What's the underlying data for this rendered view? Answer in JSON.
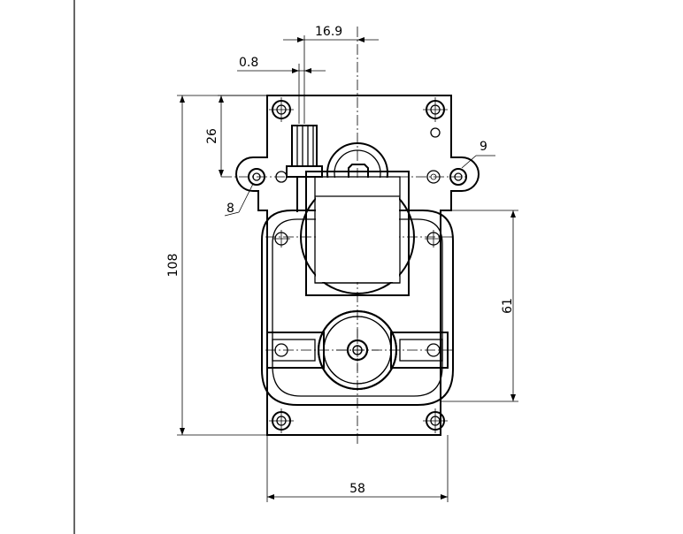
{
  "drawing": {
    "dimensions": {
      "d_16_9": "16.9",
      "d_0_8": "0.8",
      "d_26": "26",
      "d_9": "9",
      "d_8": "8",
      "d_108": "108",
      "d_61": "61",
      "d_58": "58"
    }
  }
}
